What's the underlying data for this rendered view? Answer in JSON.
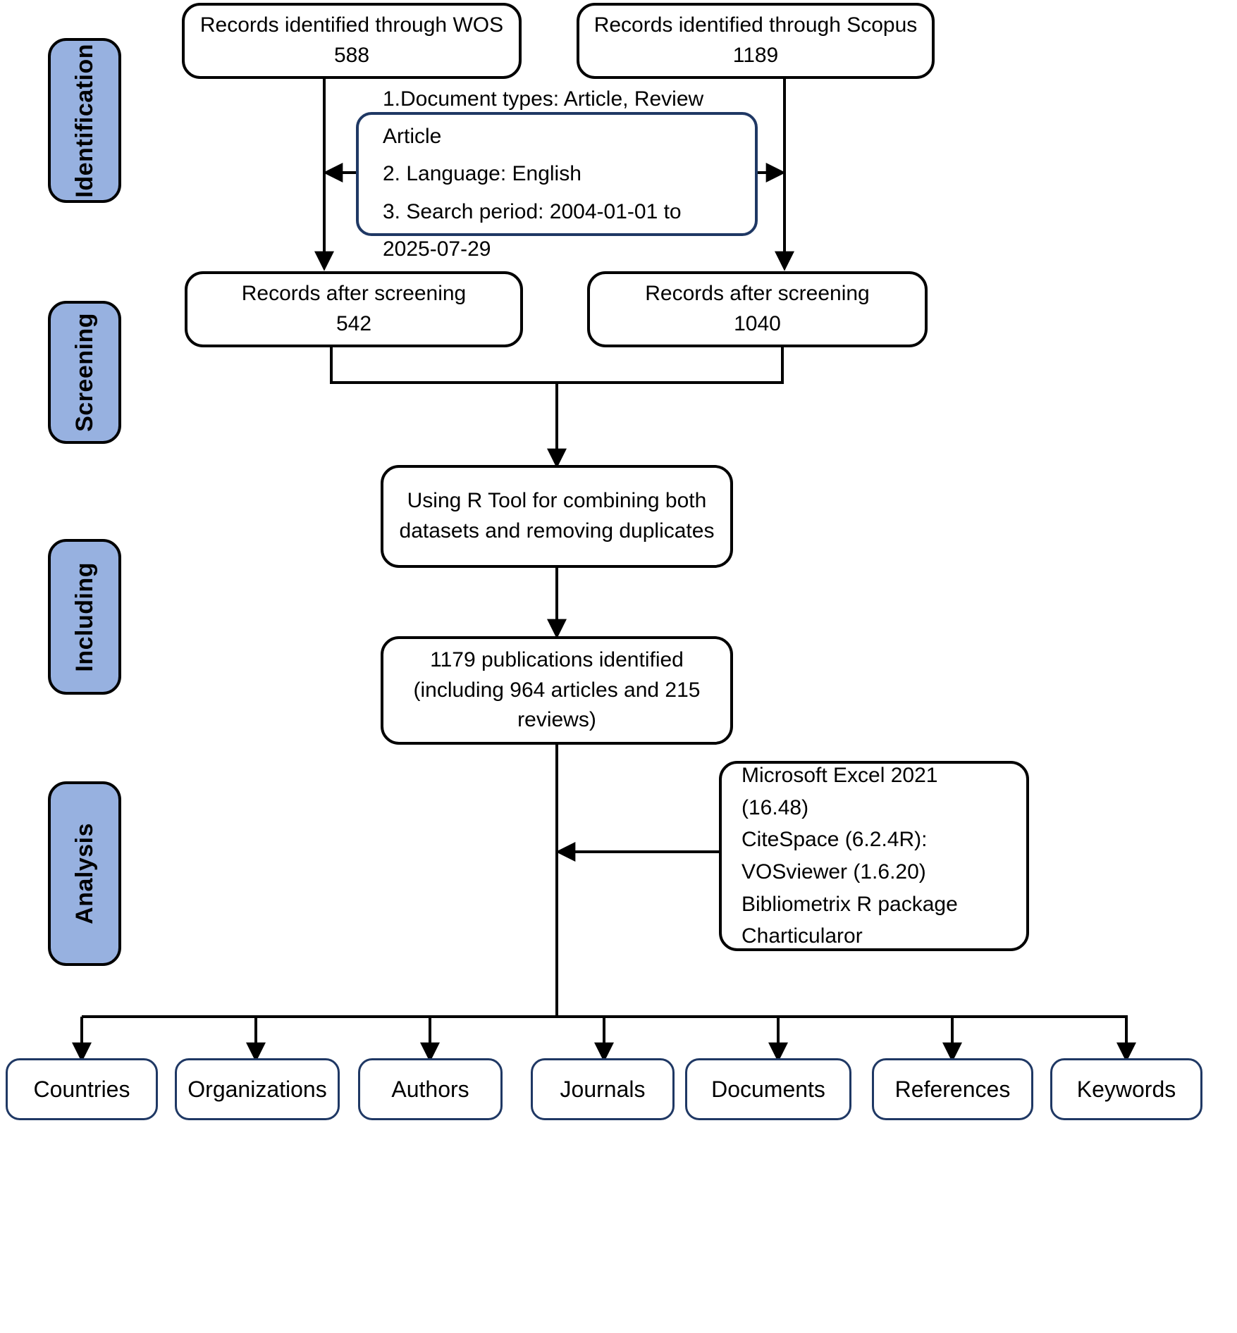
{
  "diagram": {
    "title": "PRISMA literature selection flow",
    "accent_blue": "#97B1E0",
    "navy": "#1F3864",
    "stroke": "#000000"
  },
  "stages": [
    {
      "label": "Identification"
    },
    {
      "label": "Screening"
    },
    {
      "label": "Including"
    },
    {
      "label": "Analysis"
    }
  ],
  "identification": {
    "wos": "Records identified through WOS\n588",
    "scopus": "Records identified through Scopus\n1189",
    "criteria": "1.Document types: Article, Review Article\n2. Language: English\n3. Search period: 2004-01-01 to 2025-07-29"
  },
  "screening": {
    "wos_after": "Records after screening\n542",
    "scopus_after": "Records after screening\n1040"
  },
  "including": {
    "combine": "Using R Tool for combining both\ndatasets and removing duplicates",
    "result": "1179 publications identified\n(including 964 articles and 215\nreviews)"
  },
  "analysis": {
    "tools": "Microsoft Excel 2021 (16.48)\nCiteSpace (6.2.4R):\nVOSviewer (1.6.20)\nBibliometrix R package\nCharticularor"
  },
  "outputs": [
    {
      "label": "Countries"
    },
    {
      "label": "Organizations"
    },
    {
      "label": "Authors"
    },
    {
      "label": "Journals"
    },
    {
      "label": "Documents"
    },
    {
      "label": "References"
    },
    {
      "label": "Keywords"
    }
  ]
}
